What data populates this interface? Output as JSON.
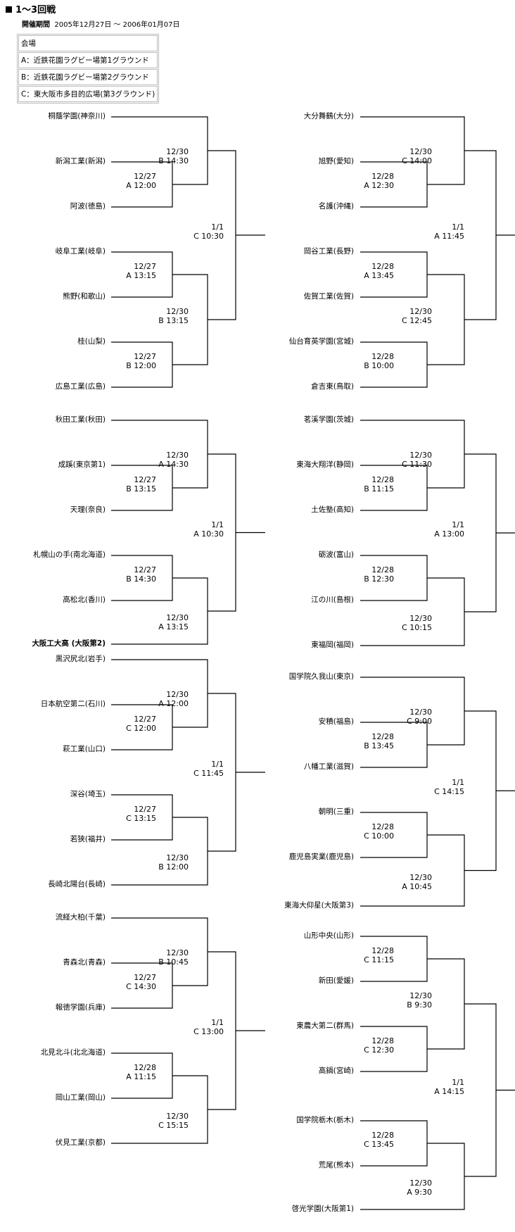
{
  "header": {
    "title": "1～3回戦"
  },
  "period": {
    "label": "開催期間",
    "value": "2005年12月27日 ～ 2006年01月07日"
  },
  "venues": {
    "header": "会場",
    "items": [
      "A：近鉄花園ラグビー場第1グラウンド",
      "B：近鉄花園ラグビー場第2グラウンド",
      "C：東大阪市多目的広場(第3グラウンド)"
    ]
  },
  "brackets": [
    {
      "teams": [
        "桐蔭学園(神奈川)",
        "新潟工業(新潟)",
        "阿波(徳島)",
        "岐阜工業(岐阜)",
        "熊野(和歌山)",
        "桂(山梨)",
        "広島工業(広島)"
      ],
      "matches": {
        "a": [
          "12/27",
          "A 12:00"
        ],
        "b": [
          "12/30",
          "B 14:30"
        ],
        "c": [
          "12/27",
          "A 13:15"
        ],
        "d": [
          "12/27",
          "B 12:00"
        ],
        "e": [
          "12/30",
          "B 13:15"
        ],
        "f": [
          "1/1",
          "C 10:30"
        ]
      }
    },
    {
      "teams": [
        "大分舞鶴(大分)",
        "旭野(愛知)",
        "名護(沖縄)",
        "岡谷工業(長野)",
        "佐賀工業(佐賀)",
        "仙台育英学園(宮城)",
        "倉吉東(鳥取)"
      ],
      "matches": {
        "a": [
          "12/28",
          "A 12:30"
        ],
        "b": [
          "12/30",
          "C 14:00"
        ],
        "c": [
          "12/28",
          "A 13:45"
        ],
        "d": [
          "12/28",
          "B 10:00"
        ],
        "e": [
          "12/30",
          "C 12:45"
        ],
        "f": [
          "1/1",
          "A 11:45"
        ]
      }
    },
    {
      "teams": [
        "秋田工業(秋田)",
        "成蹊(東京第1)",
        "天理(奈良)",
        "札幌山の手(南北海道)",
        "高松北(香川)",
        "大阪工大高 (大阪第2)"
      ],
      "matches": {
        "a": [
          "12/27",
          "B 13:15"
        ],
        "b": [
          "12/30",
          "A 14:30"
        ],
        "c": [
          "12/27",
          "B 14:30"
        ],
        "e": [
          "12/30",
          "A 13:15"
        ],
        "f": [
          "1/1",
          "A 10:30"
        ]
      }
    },
    {
      "teams": [
        "茗溪学園(茨城)",
        "東海大翔洋(静岡)",
        "土佐塾(高知)",
        "砺波(富山)",
        "江の川(島根)",
        "東福岡(福岡)"
      ],
      "matches": {
        "a": [
          "12/28",
          "B 11:15"
        ],
        "b": [
          "12/30",
          "C 11:30"
        ],
        "c": [
          "12/28",
          "B 12:30"
        ],
        "e": [
          "12/30",
          "C 10:15"
        ],
        "f": [
          "1/1",
          "A 13:00"
        ]
      }
    },
    {
      "teams": [
        "黒沢尻北(岩手)",
        "日本航空第二(石川)",
        "萩工業(山口)",
        "深谷(埼玉)",
        "若狭(福井)",
        "長崎北陽台(長崎)"
      ],
      "matches": {
        "a": [
          "12/27",
          "C 12:00"
        ],
        "b": [
          "12/30",
          "A 12:00"
        ],
        "c": [
          "12/27",
          "C 13:15"
        ],
        "e": [
          "12/30",
          "B 12:00"
        ],
        "f": [
          "1/1",
          "C 11:45"
        ]
      }
    },
    {
      "teams": [
        "国学院久我山(東京)",
        "安積(福島)",
        "八幡工業(滋賀)",
        "朝明(三重)",
        "鹿児島実業(鹿児島)",
        "東海大仰星(大阪第3)"
      ],
      "matches": {
        "a": [
          "12/28",
          "B 13:45"
        ],
        "b": [
          "12/30",
          "C 9:00"
        ],
        "c": [
          "12/28",
          "C 10:00"
        ],
        "e": [
          "12/30",
          "A 10:45"
        ],
        "f": [
          "1/1",
          "C 14:15"
        ]
      }
    },
    {
      "teams": [
        "流経大柏(千葉)",
        "青森北(青森)",
        "報徳学園(兵庫)",
        "北見北斗(北北海道)",
        "岡山工業(岡山)",
        "伏見工業(京都)"
      ],
      "matches": {
        "a": [
          "12/27",
          "C 14:30"
        ],
        "b": [
          "12/30",
          "B 10:45"
        ],
        "c": [
          "12/28",
          "A 11:15"
        ],
        "e": [
          "12/30",
          "C 15:15"
        ],
        "f": [
          "1/1",
          "C 13:00"
        ]
      }
    },
    {
      "teams": [
        "山形中央(山形)",
        "新田(愛媛)",
        "東農大第二(群馬)",
        "高鍋(宮崎)",
        "国学院栃木(栃木)",
        "荒尾(熊本)",
        "啓光学園(大阪第1)"
      ],
      "matches": {
        "a": [
          "12/28",
          "C 11:15"
        ],
        "b": [
          "12/28",
          "C 12:30"
        ],
        "c": [
          "12/30",
          "B 9:30"
        ],
        "d": [
          "12/28",
          "C 13:45"
        ],
        "e": [
          "12/30",
          "A 9:30"
        ],
        "f": [
          "1/1",
          "A 14:15"
        ]
      }
    }
  ]
}
